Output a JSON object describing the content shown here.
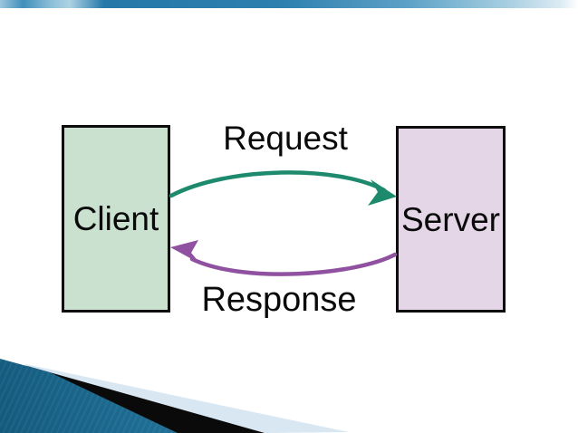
{
  "diagram": {
    "nodes": [
      {
        "id": "client",
        "label": "Client",
        "fill": "#c9e1ce",
        "border": "#0d0d0d"
      },
      {
        "id": "server",
        "label": "Server",
        "fill": "#e4d6e6",
        "border": "#0d0d0d"
      }
    ],
    "edges": [
      {
        "id": "request",
        "label": "Request",
        "color": "#1e8a6d",
        "from": "Client",
        "to": "Server",
        "direction": "left-to-right"
      },
      {
        "id": "response",
        "label": "Response",
        "color": "#8f51a0",
        "from": "Server",
        "to": "Client",
        "direction": "right-to-left"
      }
    ],
    "text_color": "#0a0a0a"
  },
  "decor": {
    "top_bar_colors": [
      "#9cc6dd",
      "#2d7fae",
      "#dcebf4"
    ],
    "swoosh": {
      "teal_dark": "#135a7d",
      "teal_light": "#52b0d2",
      "stripe_black": "#0a0a0a",
      "pale_blue": "#d9e7f2"
    }
  }
}
